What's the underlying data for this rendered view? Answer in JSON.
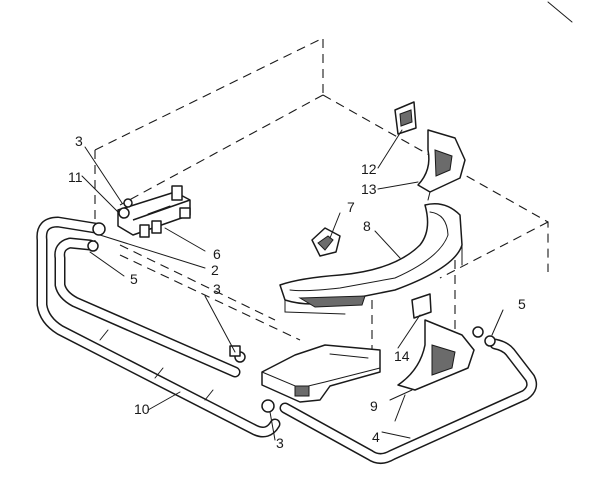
{
  "diagram": {
    "callouts": {
      "c2": "2",
      "c3_top": "3",
      "c3_mid": "3",
      "c3_bottom": "3",
      "c4": "4",
      "c5_left": "5",
      "c5_right": "5",
      "c6": "6",
      "c7": "7",
      "c8": "8",
      "c9": "9",
      "c10": "10",
      "c11": "11",
      "c12": "12",
      "c13": "13",
      "c14": "14"
    }
  }
}
